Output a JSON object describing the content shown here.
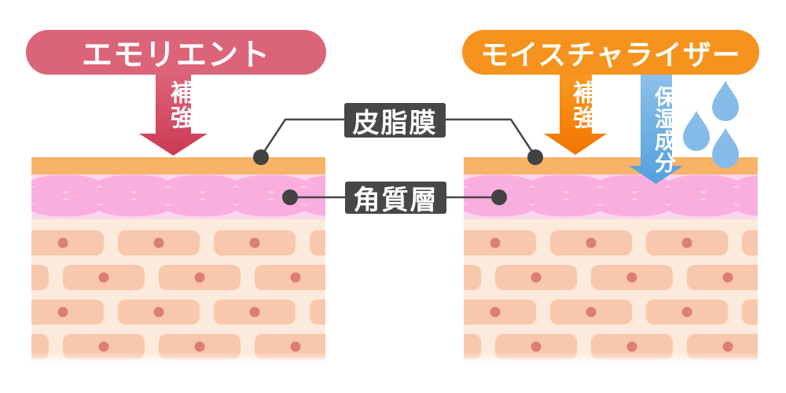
{
  "left_section": {
    "title": "エモリエント",
    "arrow_label": "補強",
    "pill_color": "#dc6478",
    "arrow_color_top": "#dc6478",
    "arrow_color_bottom": "#cc3a55"
  },
  "right_section": {
    "title": "モイスチャライザー",
    "arrow_labels": [
      "補強",
      "保湿成分"
    ],
    "pill_color": "#f6921e",
    "orange_arrow_top": "#f8991f",
    "orange_arrow_bottom": "#f27500",
    "blue_arrow_top": "#8cc0ea",
    "blue_arrow_bottom": "#54a0dc",
    "droplet_count": 3,
    "droplet_color": "#86bae8"
  },
  "callouts": {
    "sebum_film": "皮脂膜",
    "stratum_corneum": "角質層",
    "box_color": "#474747",
    "line_color": "#474747"
  },
  "skin": {
    "sebum_layer_color": "#f8b369",
    "corneum_bg_color": "#fcd6ec",
    "corneum_cell_color": "#f9aede",
    "lower_bg_color": "#fcebdd",
    "cell_color": "#f9c7ab",
    "nucleus_color": "#dc7e76"
  }
}
